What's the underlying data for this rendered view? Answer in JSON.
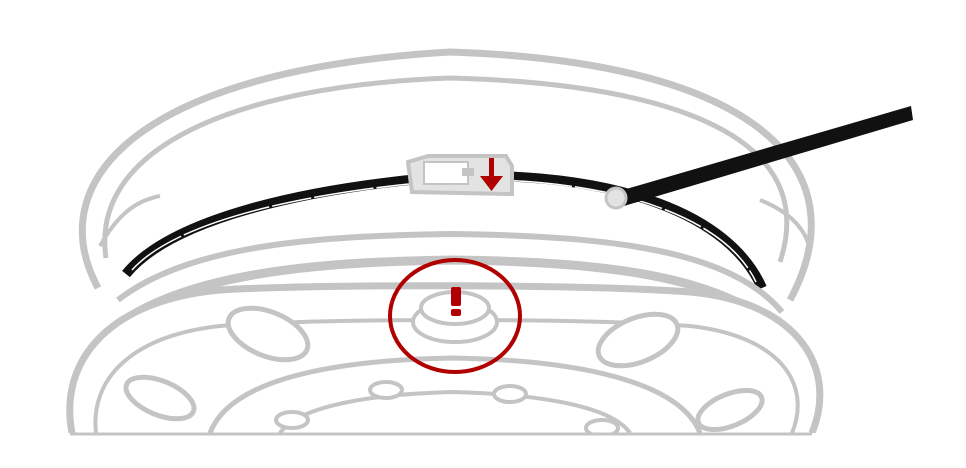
{
  "diagram": {
    "colors": {
      "background": "#ffffff",
      "wheel_outline": "#c4c4c4",
      "wheel_fill": "#ffffff",
      "bead": "#111111",
      "tool": "#111111",
      "sensor_body": "#e3e3e3",
      "sensor_outline": "#c4c4c4",
      "highlight": "#b00000"
    },
    "parts": [
      {
        "name": "wheel-rim",
        "label": ""
      },
      {
        "name": "tire-bead",
        "label": ""
      },
      {
        "name": "tpms-sensor",
        "label": ""
      },
      {
        "name": "valve-stem",
        "label": ""
      },
      {
        "name": "bead-tool",
        "label": ""
      }
    ],
    "icons": {
      "insert_direction": "arrow-down-icon",
      "warning": "exclamation-icon"
    }
  }
}
